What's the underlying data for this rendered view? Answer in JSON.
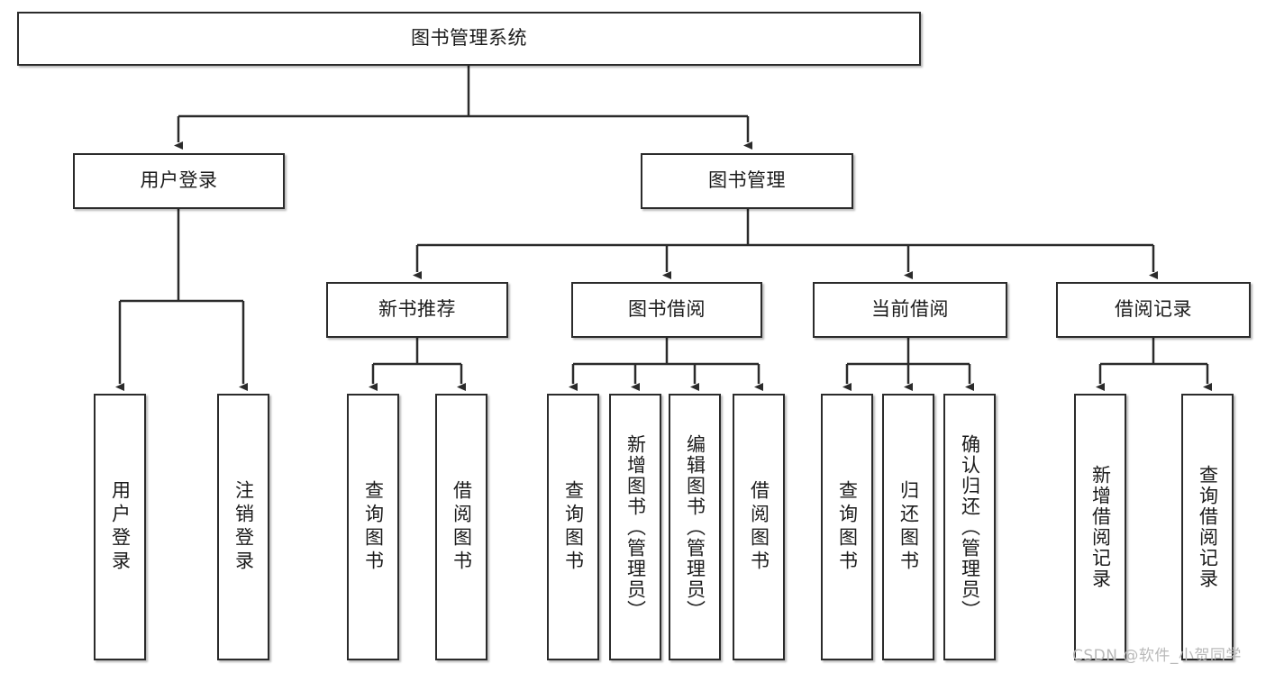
{
  "diagram": {
    "type": "hierarchy-tree",
    "title": "图书管理系统",
    "root": {
      "id": "root",
      "label": "图书管理系统"
    },
    "level2": [
      {
        "id": "user-login",
        "label": "用户登录"
      },
      {
        "id": "book-manage",
        "label": "图书管理"
      }
    ],
    "level3": [
      {
        "id": "new-book-rec",
        "label": "新书推荐",
        "parent": "book-manage"
      },
      {
        "id": "book-borrow",
        "label": "图书借阅",
        "parent": "book-manage"
      },
      {
        "id": "current-borrow",
        "label": "当前借阅",
        "parent": "book-manage"
      },
      {
        "id": "borrow-record",
        "label": "借阅记录",
        "parent": "book-manage"
      }
    ],
    "leaves": [
      {
        "id": "leaf-user-login",
        "label": "用户登录",
        "parent": "user-login"
      },
      {
        "id": "leaf-user-logout",
        "label": "注销登录",
        "parent": "user-login"
      },
      {
        "id": "leaf-rec-query",
        "label": "查询图书",
        "parent": "new-book-rec"
      },
      {
        "id": "leaf-rec-borrow",
        "label": "借阅图书",
        "parent": "new-book-rec"
      },
      {
        "id": "leaf-borrow-query",
        "label": "查询图书",
        "parent": "book-borrow"
      },
      {
        "id": "leaf-borrow-add",
        "label": "新增图书（管理员）",
        "parent": "book-borrow"
      },
      {
        "id": "leaf-borrow-edit",
        "label": "编辑图书（管理员）",
        "parent": "book-borrow"
      },
      {
        "id": "leaf-borrow-lend",
        "label": "借阅图书",
        "parent": "book-borrow"
      },
      {
        "id": "leaf-cur-query",
        "label": "查询图书",
        "parent": "current-borrow"
      },
      {
        "id": "leaf-cur-return",
        "label": "归还图书",
        "parent": "current-borrow"
      },
      {
        "id": "leaf-cur-confirm",
        "label": "确认归还（管理员）",
        "parent": "current-borrow"
      },
      {
        "id": "leaf-rec-add",
        "label": "新增借阅记录",
        "parent": "borrow-record"
      },
      {
        "id": "leaf-rec-query2",
        "label": "查询借阅记录",
        "parent": "borrow-record"
      }
    ],
    "colors": {
      "stroke": "#2b2b2b",
      "fill": "#ffffff",
      "text": "#1b1b1b",
      "watermark": "#b9b9b9"
    }
  },
  "watermark": {
    "text": "CSDN @软件_小贺同学"
  }
}
